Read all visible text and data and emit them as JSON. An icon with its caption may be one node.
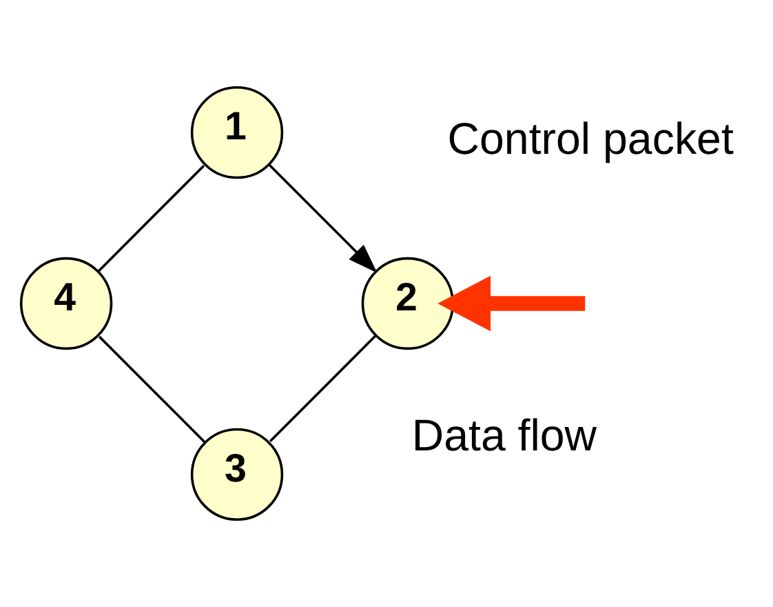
{
  "diagram": {
    "nodes": [
      {
        "text": [
          "1"
        ]
      },
      {
        "text": [
          "2"
        ]
      },
      {
        "text": [
          "3"
        ]
      },
      {
        "text": [
          "4"
        ]
      }
    ],
    "edges": [
      {
        "from": 0,
        "to": 1,
        "arrow": "to"
      },
      {
        "from": 1,
        "to": 2,
        "arrow": "none"
      },
      {
        "from": 2,
        "to": 3,
        "arrow": "none"
      },
      {
        "from": 3,
        "to": 0,
        "arrow": "none"
      },
      {
        "from": null,
        "to": 1,
        "arrow": "to",
        "style": "thick",
        "color": "#ff3300"
      }
    ],
    "labels": [
      "Data flow",
      "Control packet"
    ]
  }
}
